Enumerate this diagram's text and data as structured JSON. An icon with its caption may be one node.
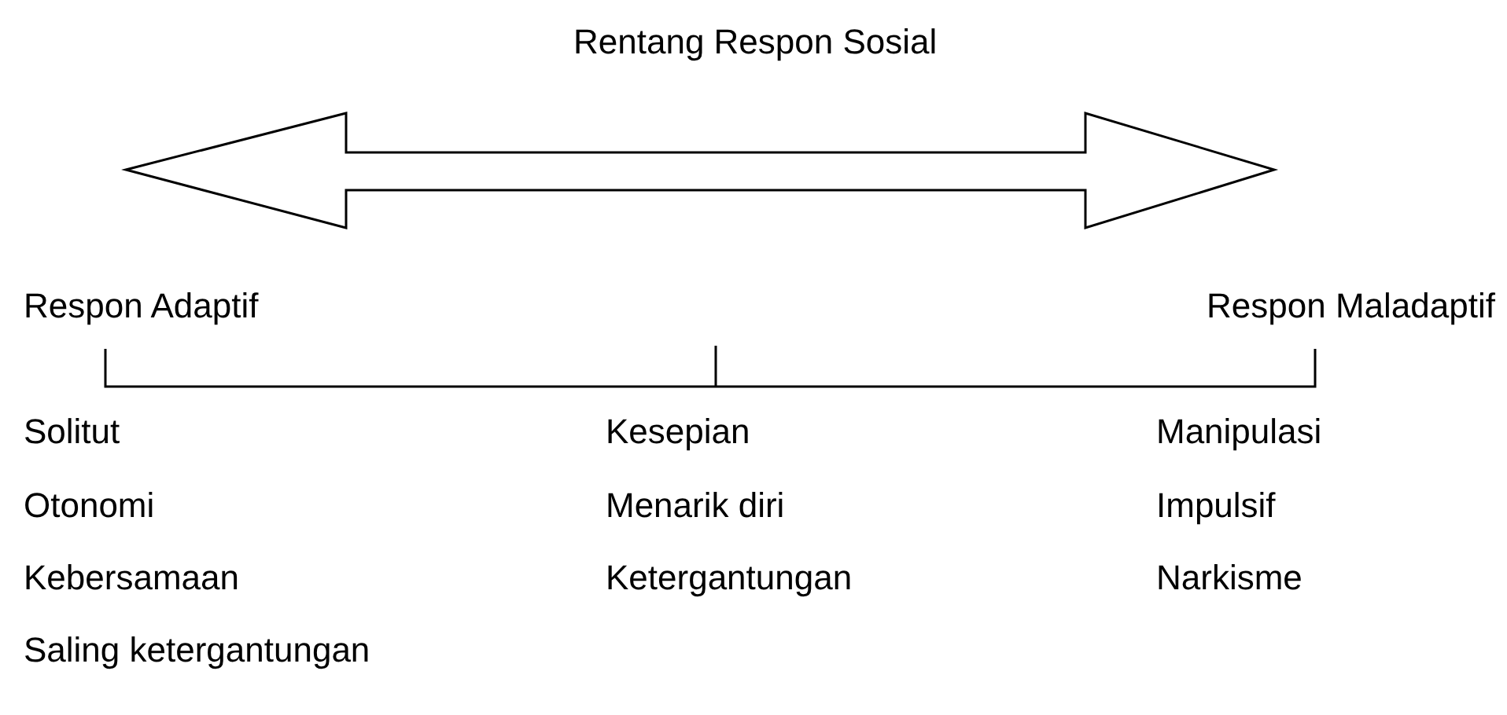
{
  "diagram": {
    "title": "Rentang Respon Sosial",
    "labels": [
      "Respon Adaptif",
      "Respon Maladaptif",
      "Solitut",
      "Kesepian",
      "Manipulasi",
      "Otonomi",
      "Menarik diri",
      "Impulsif",
      "Kebersamaan",
      "Ketergantungan",
      "Narkisme",
      "Saling ketergantungan"
    ]
  }
}
